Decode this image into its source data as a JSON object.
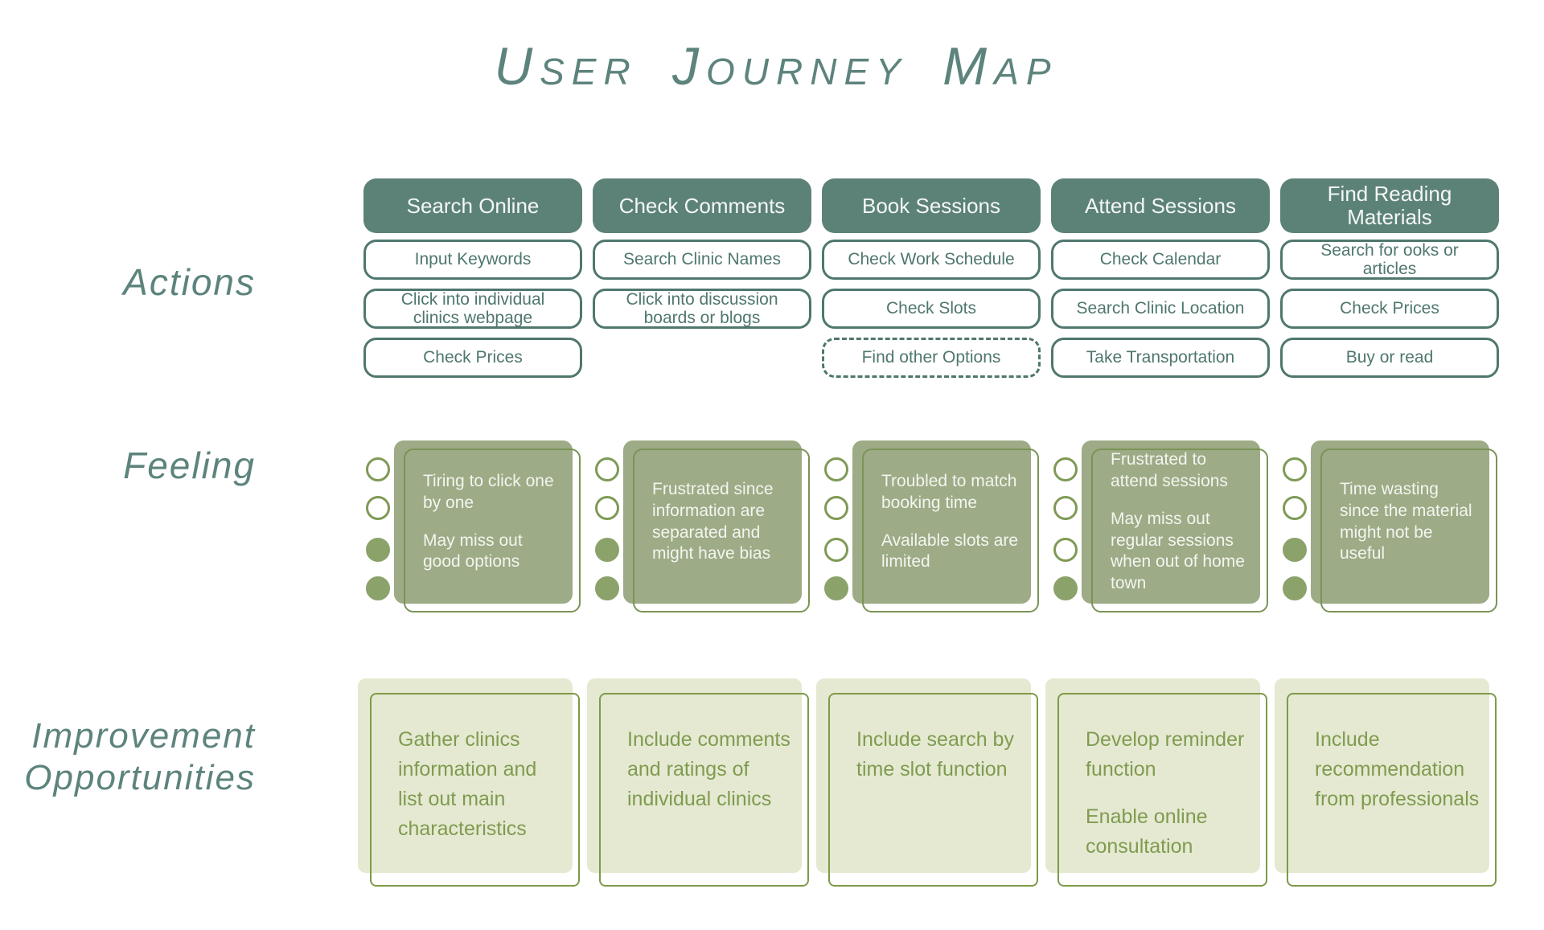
{
  "title": "User Journey Map",
  "row_labels": {
    "actions": "Actions",
    "feeling": "Feeling",
    "improvement": "Improvement Opportunities"
  },
  "colors": {
    "teal": "#5c8278",
    "teal-dark": "#4f776e",
    "teal-label": "#5d837d",
    "sage": "#9dab86",
    "sage-line": "#7a9456",
    "dot-fill": "#8ba26a",
    "dot-line": "#7f9a55",
    "olive-fill": "#e5e9d1",
    "olive-line": "#7e9a48",
    "olive-text": "#7f9b50",
    "card-text": "#f3f5f0"
  },
  "columns": [
    {
      "header": "Search Online",
      "actions": [
        {
          "label": "Input Keywords",
          "dashed": false
        },
        {
          "label": "Click into individual clinics webpage",
          "dashed": false
        },
        {
          "label": "Check Prices",
          "dashed": false
        }
      ],
      "feeling": {
        "paragraphs": [
          "Tiring to click one by one",
          "May miss out good options"
        ],
        "scale": [
          0,
          0,
          1,
          1
        ]
      },
      "improvement": {
        "paragraphs": [
          "Gather clinics information and list out main characteristics"
        ]
      }
    },
    {
      "header": "Check Comments",
      "actions": [
        {
          "label": "Search Clinic Names",
          "dashed": false
        },
        {
          "label": "Click into discussion boards or blogs",
          "dashed": false
        }
      ],
      "feeling": {
        "paragraphs": [
          "Frustrated since information are separated and might have bias"
        ],
        "scale": [
          0,
          0,
          1,
          1
        ]
      },
      "improvement": {
        "paragraphs": [
          "Include comments and ratings of individual clinics"
        ]
      }
    },
    {
      "header": "Book Sessions",
      "actions": [
        {
          "label": "Check Work Schedule",
          "dashed": false
        },
        {
          "label": "Check Slots",
          "dashed": false
        },
        {
          "label": "Find other Options",
          "dashed": true
        }
      ],
      "feeling": {
        "paragraphs": [
          "Troubled to match booking time",
          "Available slots are limited"
        ],
        "scale": [
          0,
          0,
          0,
          1
        ]
      },
      "improvement": {
        "paragraphs": [
          "Include search by time slot function"
        ]
      }
    },
    {
      "header": "Attend Sessions",
      "actions": [
        {
          "label": "Check Calendar",
          "dashed": false
        },
        {
          "label": "Search Clinic Location",
          "dashed": false
        },
        {
          "label": "Take Transportation",
          "dashed": false
        }
      ],
      "feeling": {
        "paragraphs": [
          "Frustrated to attend sessions",
          "May miss out regular sessions when out of home town"
        ],
        "scale": [
          0,
          0,
          0,
          1
        ]
      },
      "improvement": {
        "paragraphs": [
          "Develop reminder function",
          "Enable online consultation"
        ]
      }
    },
    {
      "header": "Find Reading Materials",
      "actions": [
        {
          "label": "Search for ooks or articles",
          "dashed": false
        },
        {
          "label": "Check Prices",
          "dashed": false
        },
        {
          "label": "Buy or read",
          "dashed": false
        }
      ],
      "feeling": {
        "paragraphs": [
          "Time wasting since the material might not be useful"
        ],
        "scale": [
          0,
          0,
          1,
          1
        ]
      },
      "improvement": {
        "paragraphs": [
          "Include recommendation from professionals"
        ]
      }
    }
  ]
}
